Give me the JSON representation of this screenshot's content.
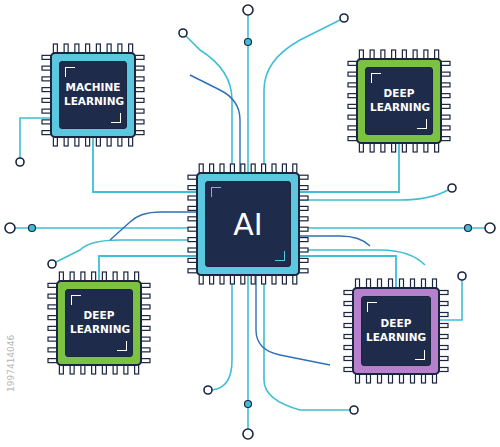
{
  "diagram": {
    "nodes": [
      {
        "text": [
          "MACHINE LEARNING"
        ]
      },
      {
        "text": [
          "DEEP LEARNING"
        ]
      },
      {
        "text": [
          "AI"
        ]
      },
      {
        "text": [
          "DEEP LEARNING"
        ]
      },
      {
        "text": [
          "DEEP LEARNING"
        ]
      }
    ],
    "edges": [
      {
        "from": 2,
        "to": 0,
        "arrow": "none"
      },
      {
        "from": 2,
        "to": 1,
        "arrow": "none"
      },
      {
        "from": 2,
        "to": 3,
        "arrow": "none"
      },
      {
        "from": 2,
        "to": 4,
        "arrow": "none"
      }
    ],
    "labels": [
      "1997414046"
    ]
  }
}
